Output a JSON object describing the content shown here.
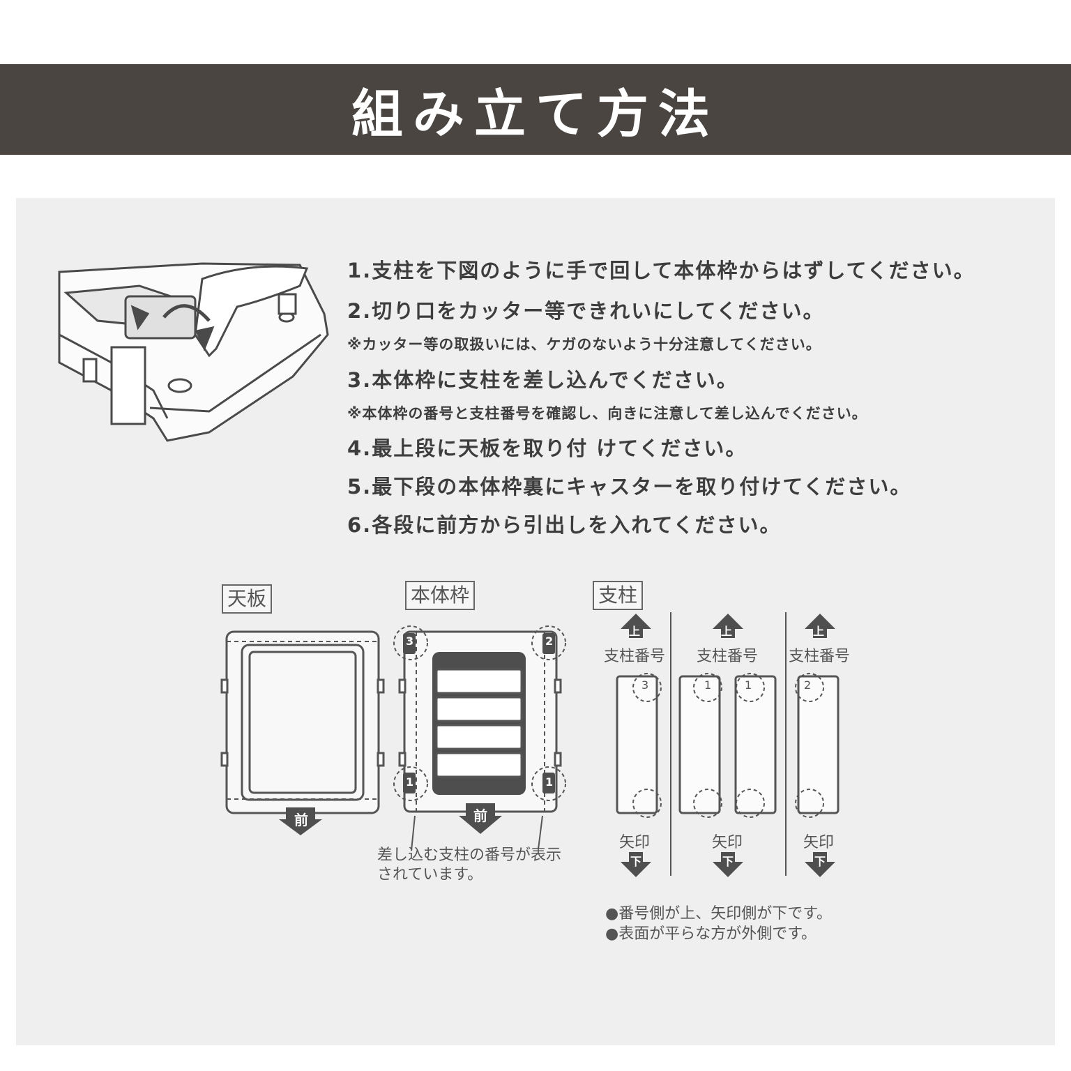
{
  "header": {
    "title": "組み立て方法"
  },
  "steps": [
    "1.支柱を下図のように手で回して本体枠からはずしてください。",
    "2.切り口をカッター等できれいにしてください。",
    "3.本体枠に支柱を差し込んでください。",
    "4.最上段に天板を取り付 けてください。",
    "5.最下段の本体枠裏にキャスターを取り付けてください。",
    "6.各段に前方から引出しを入れてください。"
  ],
  "notes": {
    "step2": "※カッター等の取扱いには、ケガのないよう十分注意してください。",
    "step3": "※本体枠の番号と支柱番号を確認し、向きに注意して差し込んでください。"
  },
  "diagram": {
    "tenban": {
      "label": "天板",
      "front": "前"
    },
    "hontaiwaku": {
      "label": "本体枠",
      "front": "前",
      "corner_numbers": [
        "3",
        "2",
        "1",
        "1"
      ],
      "caption_line1": "差し込む支柱の番号が表示",
      "caption_line2": "されています。"
    },
    "shichu": {
      "label": "支柱",
      "up": "上",
      "down": "下",
      "number_label": "支柱番号",
      "arrow_label": "矢印",
      "post_numbers": [
        "3",
        "1",
        "1",
        "2"
      ],
      "notes": [
        "●番号側が上、矢印側が下です。",
        "●表面が平らな方が外側です。"
      ]
    }
  }
}
